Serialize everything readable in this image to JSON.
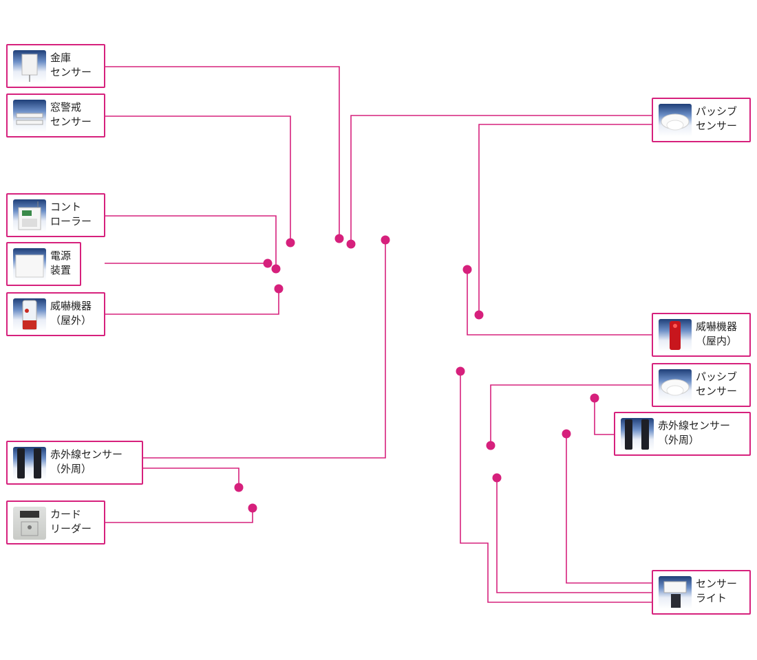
{
  "accent_color": "#d6207c",
  "devices": {
    "safe_sensor": {
      "line1": "金庫",
      "line2": "センサー",
      "icon": "wall-box-sensor"
    },
    "window_sensor": {
      "line1": "窓警戒",
      "line2": "センサー",
      "icon": "window-contact-sensor"
    },
    "controller": {
      "line1": "コント",
      "line2": "ローラー",
      "icon": "keypad-controller"
    },
    "power_supply": {
      "line1": "電源",
      "line2": "装置",
      "icon": "power-unit"
    },
    "siren_outdoor": {
      "line1": "威嚇機器",
      "line2": "（屋外）",
      "icon": "outdoor-siren"
    },
    "ir_perimeter_left": {
      "line1": "赤外線センサー",
      "line2": "（外周）",
      "icon": "infrared-beam-posts"
    },
    "card_reader": {
      "line1": "カード",
      "line2": "リーダー",
      "icon": "card-reader"
    },
    "passive_sensor_top": {
      "line1": "パッシブ",
      "line2": "センサー",
      "icon": "dome-motion-sensor"
    },
    "siren_indoor": {
      "line1": "威嚇機器",
      "line2": "（屋内）",
      "icon": "indoor-siren"
    },
    "passive_sensor_bottom": {
      "line1": "パッシブ",
      "line2": "センサー",
      "icon": "dome-motion-sensor"
    },
    "ir_perimeter_right": {
      "line1": "赤外線センサー",
      "line2": "（外周）",
      "icon": "infrared-beam-posts"
    },
    "sensor_light": {
      "line1": "センサー",
      "line2": "ライト",
      "icon": "floodlight"
    }
  }
}
